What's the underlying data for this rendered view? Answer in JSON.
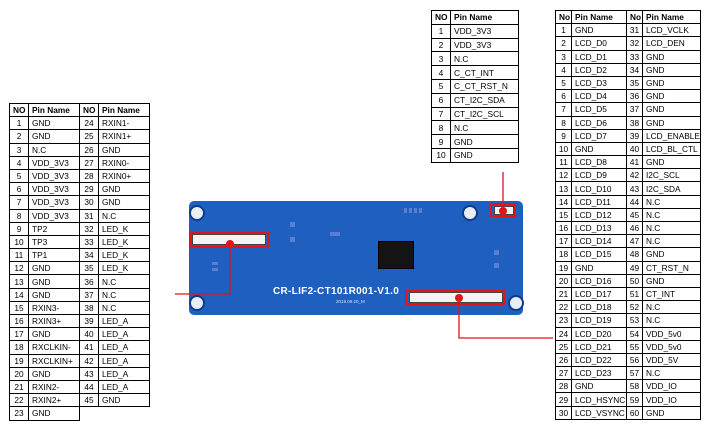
{
  "left_table": {
    "header": [
      "NO",
      "Pin Name",
      "NO",
      "Pin Name"
    ],
    "rows": [
      [
        "1",
        "GND",
        "24",
        "RXIN1-"
      ],
      [
        "2",
        "GND",
        "25",
        "RXIN1+"
      ],
      [
        "3",
        "N.C",
        "26",
        "GND"
      ],
      [
        "4",
        "VDD_3V3",
        "27",
        "RXIN0-"
      ],
      [
        "5",
        "VDD_3V3",
        "28",
        "RXIN0+"
      ],
      [
        "6",
        "VDD_3V3",
        "29",
        "GND"
      ],
      [
        "7",
        "VDD_3V3",
        "30",
        "GND"
      ],
      [
        "8",
        "VDD_3V3",
        "31",
        "N.C"
      ],
      [
        "9",
        "TP2",
        "32",
        "LED_K"
      ],
      [
        "10",
        "TP3",
        "33",
        "LED_K"
      ],
      [
        "11",
        "TP1",
        "34",
        "LED_K"
      ],
      [
        "12",
        "GND",
        "35",
        "LED_K"
      ],
      [
        "13",
        "GND",
        "36",
        "N.C"
      ],
      [
        "14",
        "GND",
        "37",
        "N.C"
      ],
      [
        "15",
        "RXIN3-",
        "38",
        "N.C"
      ],
      [
        "16",
        "RXIN3+",
        "39",
        "LED_A"
      ],
      [
        "17",
        "GND",
        "40",
        "LED_A"
      ],
      [
        "18",
        "RXCLKIN-",
        "41",
        "LED_A"
      ],
      [
        "19",
        "RXCLKIN+",
        "42",
        "LED_A"
      ],
      [
        "20",
        "GND",
        "43",
        "LED_A"
      ],
      [
        "21",
        "RXIN2-",
        "44",
        "LED_A"
      ],
      [
        "22",
        "RXIN2+",
        "45",
        "GND"
      ],
      [
        "23",
        "GND",
        "",
        ""
      ]
    ]
  },
  "top_table": {
    "header": [
      "NO",
      "Pin Name"
    ],
    "rows": [
      [
        "1",
        "VDD_3V3"
      ],
      [
        "2",
        "VDD_3V3"
      ],
      [
        "3",
        "N.C"
      ],
      [
        "4",
        "C_CT_INT"
      ],
      [
        "5",
        "C_CT_RST_N"
      ],
      [
        "6",
        "CT_I2C_SDA"
      ],
      [
        "7",
        "CT_I2C_SCL"
      ],
      [
        "8",
        "N.C"
      ],
      [
        "9",
        "GND"
      ],
      [
        "10",
        "GND"
      ]
    ]
  },
  "right_table": {
    "header": [
      "No",
      "Pin Name",
      "No",
      "Pin Name"
    ],
    "rows": [
      [
        "1",
        "GND",
        "31",
        "LCD_VCLK"
      ],
      [
        "2",
        "LCD_D0",
        "32",
        "LCD_DEN"
      ],
      [
        "3",
        "LCD_D1",
        "33",
        "GND"
      ],
      [
        "4",
        "LCD_D2",
        "34",
        "GND"
      ],
      [
        "5",
        "LCD_D3",
        "35",
        "GND"
      ],
      [
        "6",
        "LCD_D4",
        "36",
        "GND"
      ],
      [
        "7",
        "LCD_D5",
        "37",
        "GND"
      ],
      [
        "8",
        "LCD_D6",
        "38",
        "GND"
      ],
      [
        "9",
        "LCD_D7",
        "39",
        "LCD_ENABLE"
      ],
      [
        "10",
        "GND",
        "40",
        "LCD_BL_CTL"
      ],
      [
        "11",
        "LCD_D8",
        "41",
        "GND"
      ],
      [
        "12",
        "LCD_D9",
        "42",
        "I2C_SCL"
      ],
      [
        "13",
        "LCD_D10",
        "43",
        "I2C_SDA"
      ],
      [
        "14",
        "LCD_D11",
        "44",
        "N.C"
      ],
      [
        "15",
        "LCD_D12",
        "45",
        "N.C"
      ],
      [
        "16",
        "LCD_D13",
        "46",
        "N.C"
      ],
      [
        "17",
        "LCD_D14",
        "47",
        "N.C"
      ],
      [
        "18",
        "LCD_D15",
        "48",
        "GND"
      ],
      [
        "19",
        "GND",
        "49",
        "CT_RST_N"
      ],
      [
        "20",
        "LCD_D16",
        "50",
        "GND"
      ],
      [
        "21",
        "LCD_D17",
        "51",
        "CT_INT"
      ],
      [
        "22",
        "LCD_D18",
        "52",
        "N.C"
      ],
      [
        "23",
        "LCD_D19",
        "53",
        "N.C"
      ],
      [
        "24",
        "LCD_D20",
        "54",
        "VDD_5v0"
      ],
      [
        "25",
        "LCD_D21",
        "55",
        "VDD_5v0"
      ],
      [
        "26",
        "LCD_D22",
        "56",
        "VDD_5V"
      ],
      [
        "27",
        "LCD_D23",
        "57",
        "N.C"
      ],
      [
        "28",
        "GND",
        "58",
        "VDD_IO"
      ],
      [
        "29",
        "LCD_HSYNC",
        "59",
        "VDD_IO"
      ],
      [
        "30",
        "LCD_VSYNC",
        "60",
        "GND"
      ]
    ]
  },
  "board": {
    "label": "CR-LIF2-CT101R001-V1.0",
    "date": "2019.09.20_M",
    "color": "#1f5fbf",
    "highlight_color": "#e2141b"
  }
}
